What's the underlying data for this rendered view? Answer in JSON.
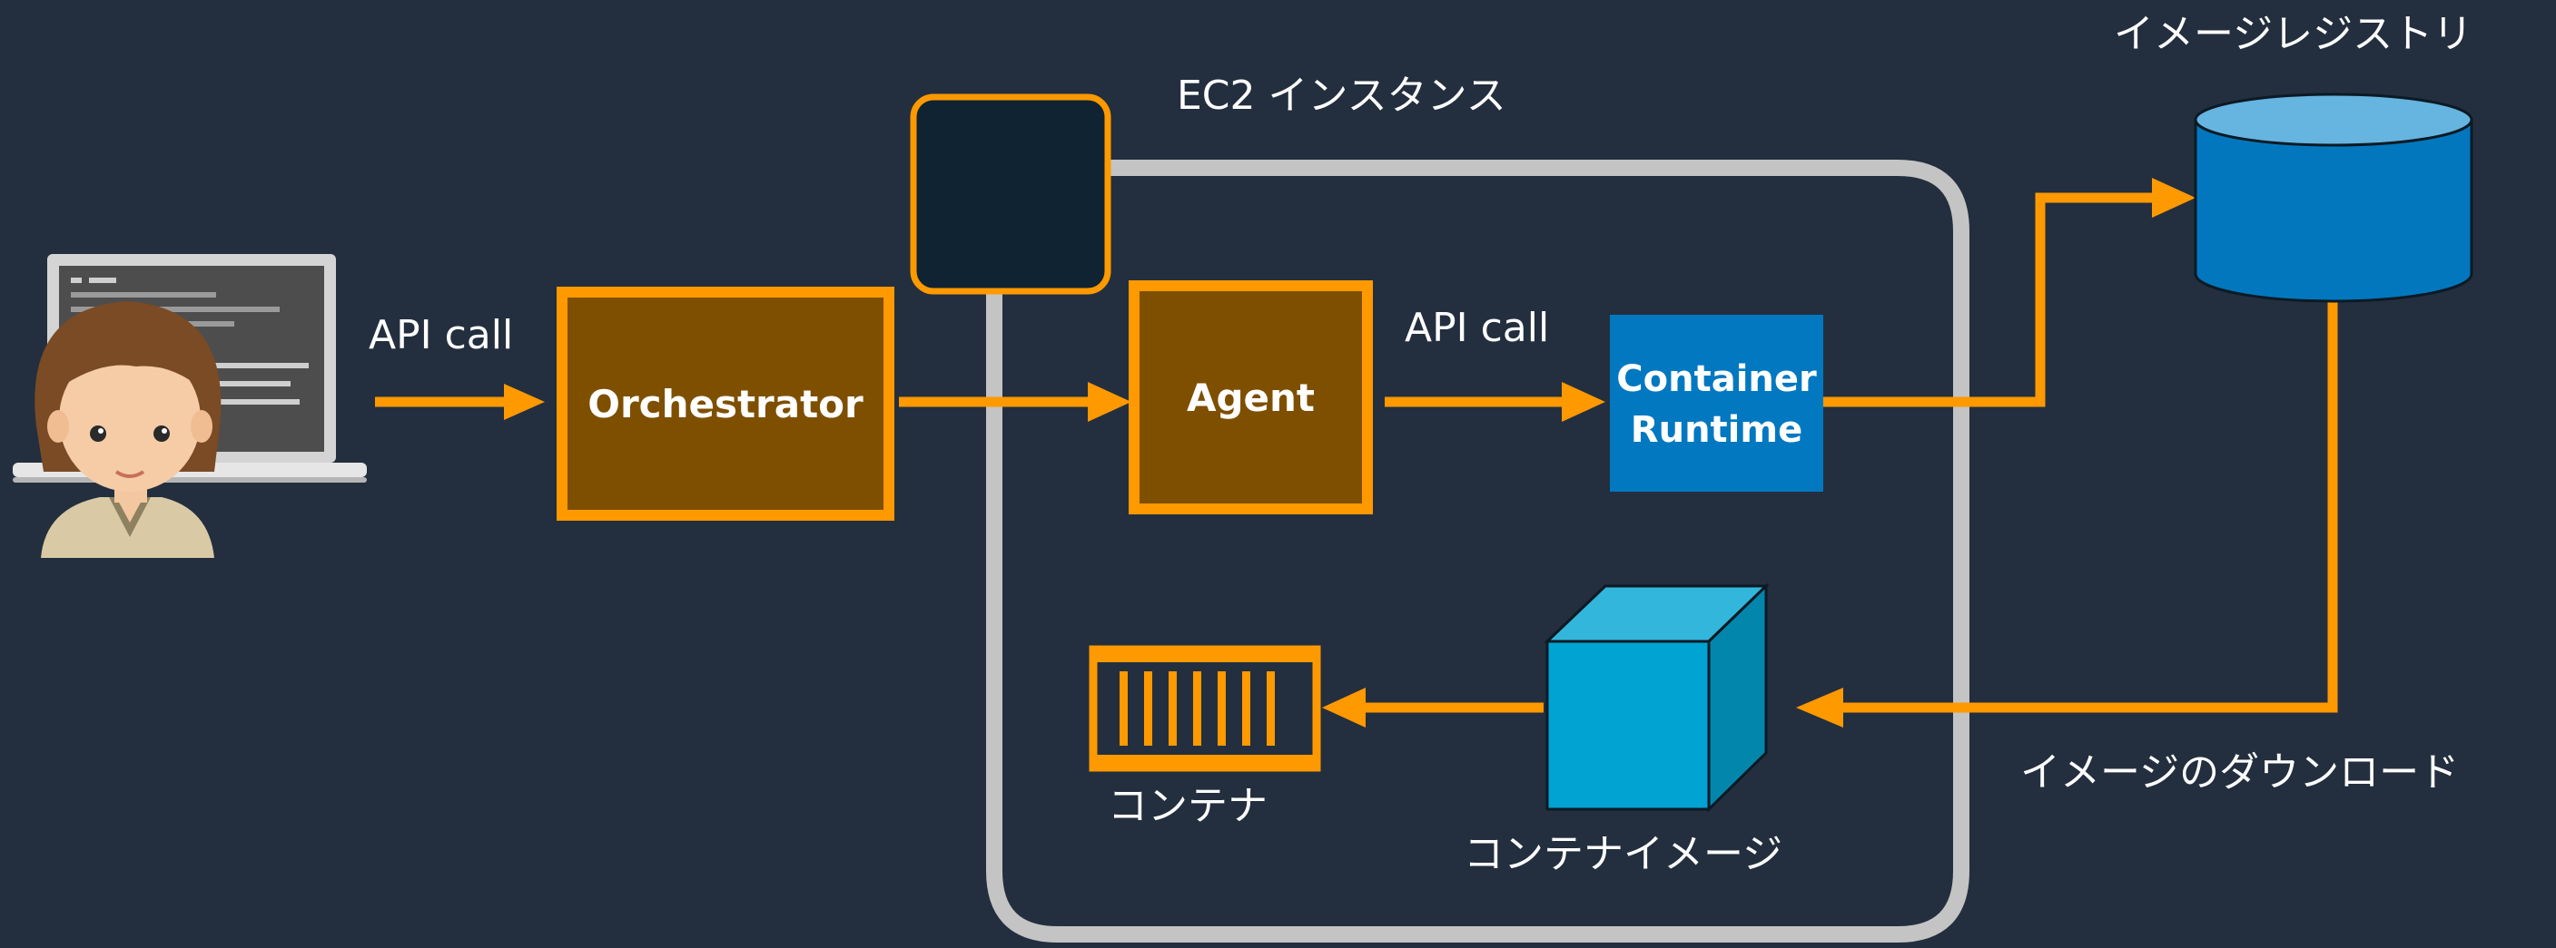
{
  "labels": {
    "ec2_instance": "EC2 インスタンス",
    "image_registry": "イメージレジストリ",
    "api_call_1": "API call",
    "api_call_2": "API call",
    "orchestrator": "Orchestrator",
    "agent": "Agent",
    "container_runtime_line1": "Container",
    "container_runtime_line2": "Runtime",
    "container": "コンテナ",
    "container_image": "コンテナイメージ",
    "image_download": "イメージのダウンロード"
  },
  "colors": {
    "background": "#232f3e",
    "arrow": "#ff9900",
    "component_fill": "#7f4f00",
    "runtime_fill": "#0278c1",
    "ec2_border": "#c4c4c4",
    "chip_fill": "#0f2333",
    "registry_top": "#66b4e0",
    "registry_body": "#0277bd",
    "image_cube_front": "#00a3d1",
    "image_cube_top": "#33b6dc",
    "image_cube_side": "#0386ac"
  },
  "icons": {
    "user": "user-at-laptop-icon",
    "registry": "database-cylinder-icon",
    "container_image": "cube-icon",
    "container": "shipping-container-icon",
    "ec2_chip": "ec2-instance-chip-icon"
  }
}
